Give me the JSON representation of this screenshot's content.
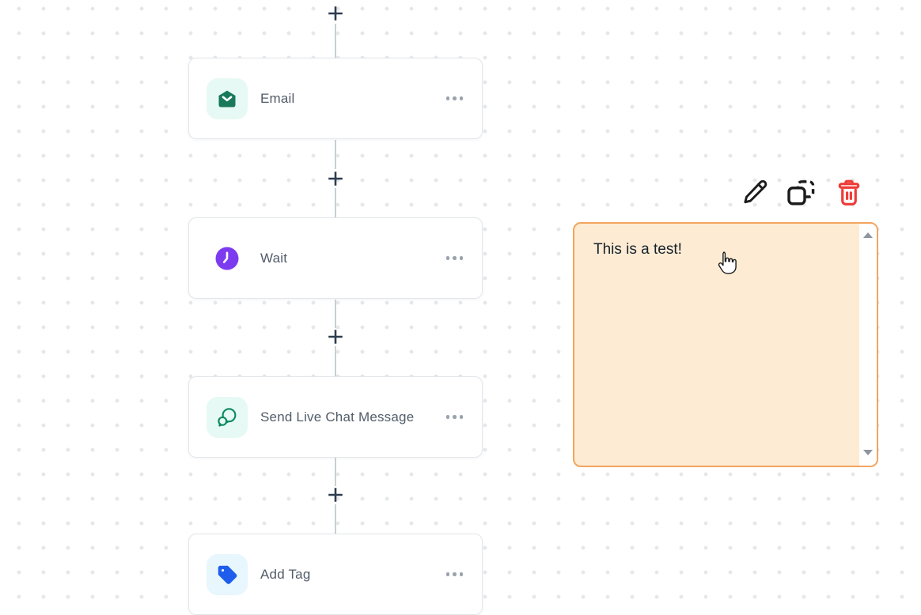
{
  "canvas": {
    "add_step_icon": "plus-icon",
    "connector_color": "#c7d0d2",
    "plus_color": "#2e3d4f",
    "nodes": [
      {
        "label": "Email",
        "icon": "email-open-icon",
        "icon_color": "#17795a",
        "tile_color": "#e7f9f4",
        "menu_icon": "more-options-icon"
      },
      {
        "label": "Wait",
        "icon": "clock-icon",
        "icon_color": "#7d3bf0",
        "tile_color": "none",
        "menu_icon": "more-options-icon"
      },
      {
        "label": "Send Live Chat Message",
        "icon": "chat-bubbles-icon",
        "icon_color": "#0b8a5e",
        "tile_color": "#e7f9f4",
        "menu_icon": "more-options-icon"
      },
      {
        "label": "Add Tag",
        "icon": "tag-icon",
        "icon_color": "#1f5eec",
        "tile_color": "#e8f6fd",
        "menu_icon": "more-options-icon"
      }
    ]
  },
  "note_toolbar": {
    "buttons": [
      {
        "name": "edit",
        "icon": "pencil-icon",
        "color": "#1b1b1b"
      },
      {
        "name": "duplicate",
        "icon": "duplicate-icon",
        "color": "#1b1b1b"
      },
      {
        "name": "delete",
        "icon": "trash-icon",
        "color": "#ee3c38"
      }
    ]
  },
  "note": {
    "text": "This is a test!",
    "background": "#fdecd3",
    "border_color": "#f2a55f",
    "text_color": "#16202d",
    "scrollbar": {
      "track_color": "#ffffff",
      "arrow_color": "#8f959d"
    }
  },
  "cursor": {
    "type": "hand-pointer"
  }
}
